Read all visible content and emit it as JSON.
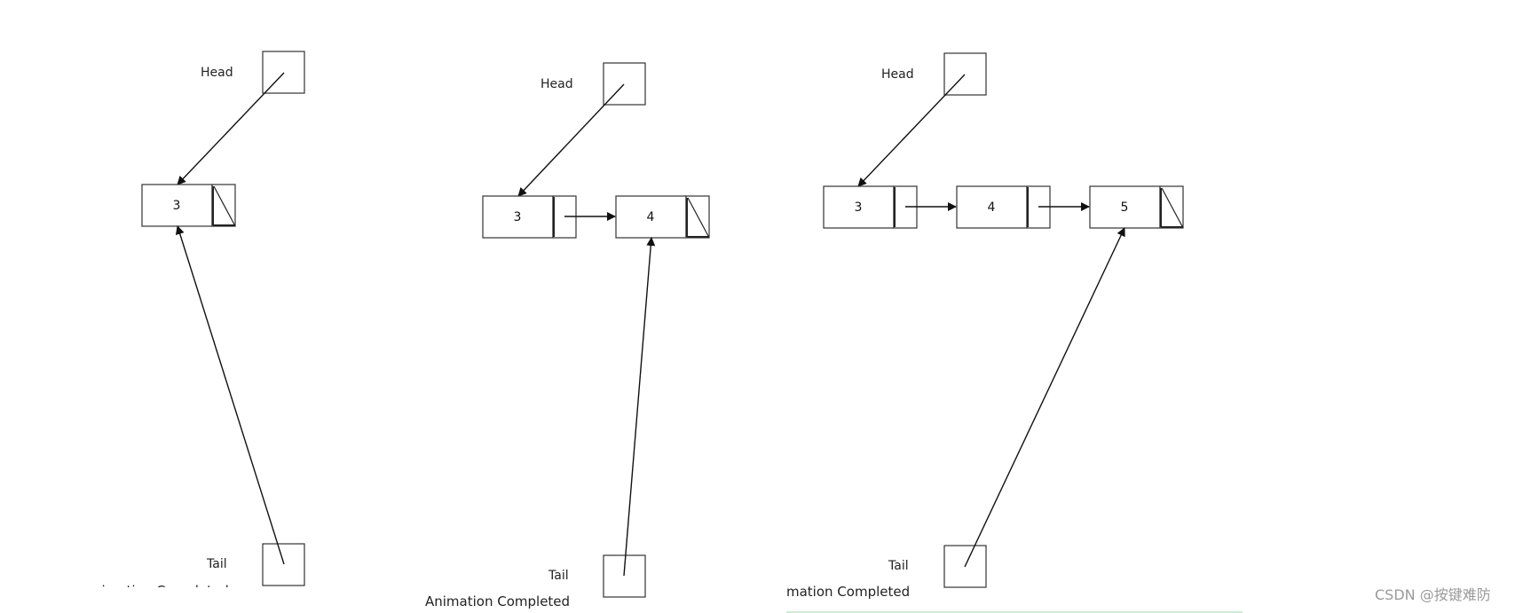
{
  "panels": [
    {
      "head_label": "Head",
      "tail_label": "Tail",
      "nodes": [
        {
          "value": "3"
        }
      ],
      "status": "nimation Completed"
    },
    {
      "head_label": "Head",
      "tail_label": "Tail",
      "nodes": [
        {
          "value": "3"
        },
        {
          "value": "4"
        }
      ],
      "status": "Animation Completed"
    },
    {
      "head_label": "Head",
      "tail_label": "Tail",
      "nodes": [
        {
          "value": "3"
        },
        {
          "value": "4"
        },
        {
          "value": "5"
        }
      ],
      "status": "mation Completed"
    }
  ],
  "watermark": "CSDN @按键难防"
}
